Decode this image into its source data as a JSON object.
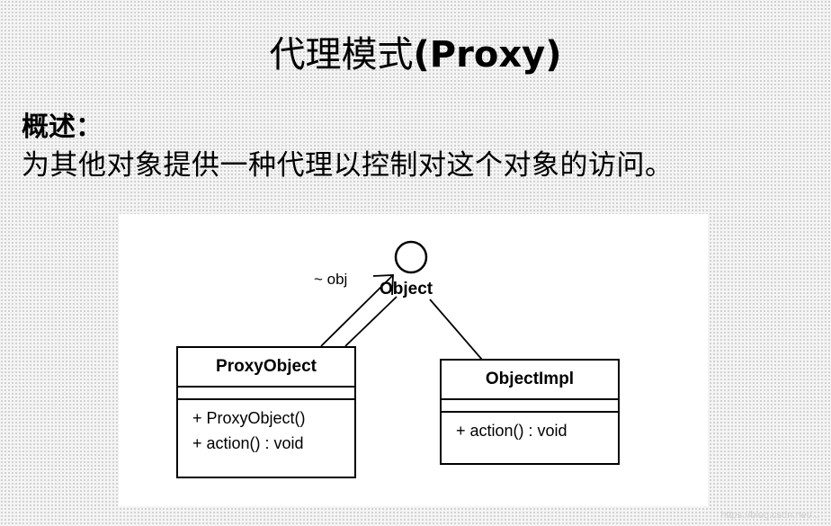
{
  "title": {
    "zh": "代理模式",
    "en": "(Proxy)"
  },
  "summary": {
    "label": "概述：",
    "text": "为其他对象提供一种代理以控制对这个对象的访问。"
  },
  "diagram": {
    "interface": {
      "name": "Object"
    },
    "association_label": "~ obj",
    "classes": [
      {
        "name": "ProxyObject",
        "operations": [
          "+ ProxyObject()",
          "+ action() : void"
        ]
      },
      {
        "name": "ObjectImpl",
        "operations": [
          "+ action() : void"
        ]
      }
    ]
  },
  "watermark": "https://blog.csdn.net/..."
}
